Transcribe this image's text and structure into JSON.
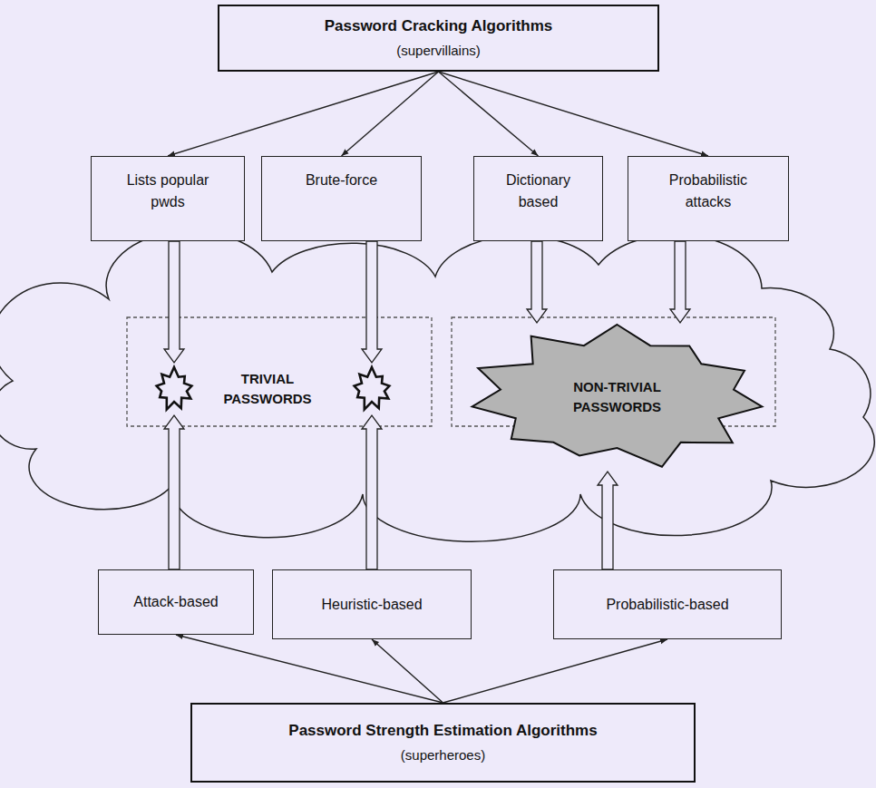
{
  "diagram": {
    "nodes": [
      {
        "text": [
          "Password Cracking Algorithms",
          "(supervillains)"
        ]
      },
      {
        "text": [
          "Lists popular pwds"
        ]
      },
      {
        "text": [
          "Brute-force"
        ]
      },
      {
        "text": [
          "Dictionary based"
        ]
      },
      {
        "text": [
          "Probabilistic attacks"
        ]
      },
      {
        "text": [
          "TRIVIAL PASSWORDS"
        ]
      },
      {
        "text": [
          "NON-TRIVIAL PASSWORDS"
        ]
      },
      {
        "text": [
          "Attack-based"
        ]
      },
      {
        "text": [
          "Heuristic-based"
        ]
      },
      {
        "text": [
          "Probabilistic-based"
        ]
      },
      {
        "text": [
          "Password Strength Estimation Algorithms",
          "(superheroes)"
        ]
      }
    ],
    "edges": [
      {
        "from": 0,
        "to": 1,
        "arrow": "to"
      },
      {
        "from": 0,
        "to": 2,
        "arrow": "to"
      },
      {
        "from": 0,
        "to": 3,
        "arrow": "to"
      },
      {
        "from": 0,
        "to": 4,
        "arrow": "to"
      },
      {
        "from": 1,
        "to": 5,
        "arrow": "to"
      },
      {
        "from": 2,
        "to": 5,
        "arrow": "to"
      },
      {
        "from": 3,
        "to": 6,
        "arrow": "to"
      },
      {
        "from": 4,
        "to": 6,
        "arrow": "to"
      },
      {
        "from": 7,
        "to": 5,
        "arrow": "to"
      },
      {
        "from": 8,
        "to": 5,
        "arrow": "to"
      },
      {
        "from": 9,
        "to": 6,
        "arrow": "to"
      },
      {
        "from": 10,
        "to": 7,
        "arrow": "to"
      },
      {
        "from": 10,
        "to": 8,
        "arrow": "to"
      },
      {
        "from": 10,
        "to": 9,
        "arrow": "to"
      }
    ]
  }
}
